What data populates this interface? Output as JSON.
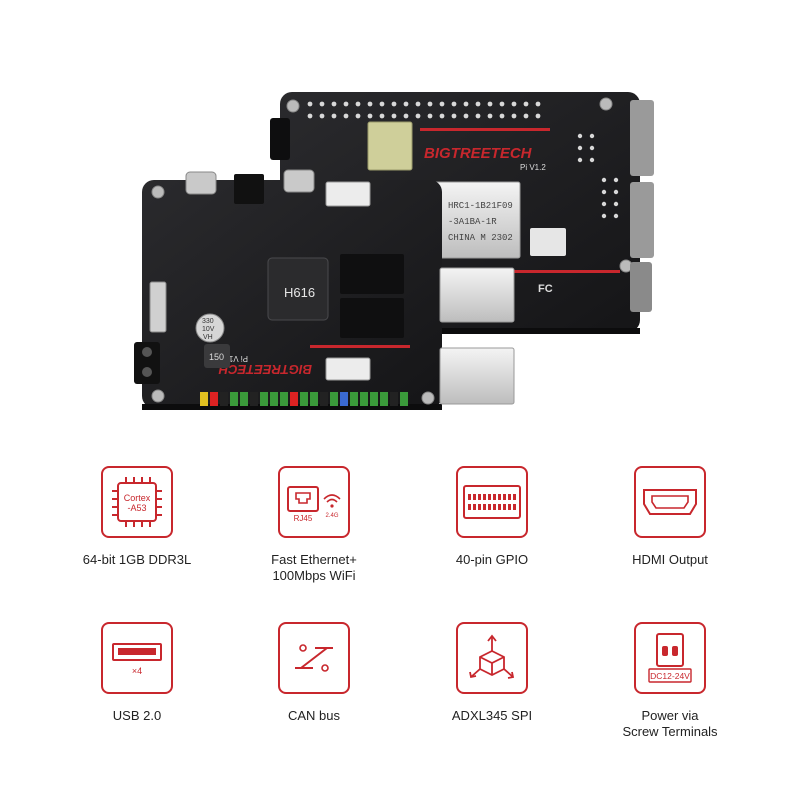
{
  "board": {
    "brand_top": "BIGTREETECH",
    "brand_model_top": "Pi V1.2",
    "brand_bottom": "BIGTREETECH",
    "brand_model_bottom": "Pi V1.2",
    "soc_label": "H616",
    "magnetics_label_1": "HRC1-1B21F09",
    "magnetics_label_2": "-3A1BA-1R",
    "magnetics_label_3": "CHINA M 2302",
    "cap_label_1": "330",
    "cap_label_2": "10V",
    "cap_label_3": "VH",
    "inductor_label": "150",
    "fc_mark": "FC"
  },
  "icon_texts": {
    "cortex_line_1": "Cortex",
    "cortex_line_2": "-A53",
    "rj45": "RJ45",
    "wifi_band": "2.4G",
    "usb_count": "×4",
    "dc_range": "DC12-24V"
  },
  "features": [
    {
      "icon": "cpu-chip-icon",
      "label_lines": [
        "64-bit 1GB DDR3L"
      ]
    },
    {
      "icon": "ethernet-wifi-icon",
      "label_lines": [
        "Fast Ethernet+",
        "100Mbps WiFi"
      ]
    },
    {
      "icon": "gpio-header-icon",
      "label_lines": [
        "40-pin GPIO"
      ]
    },
    {
      "icon": "hdmi-port-icon",
      "label_lines": [
        "HDMI Output"
      ]
    },
    {
      "icon": "usb-port-icon",
      "label_lines": [
        "USB 2.0"
      ]
    },
    {
      "icon": "can-bus-icon",
      "label_lines": [
        "CAN bus"
      ]
    },
    {
      "icon": "accelerometer-cube-icon",
      "label_lines": [
        "ADXL345 SPI"
      ]
    },
    {
      "icon": "screw-terminal-icon",
      "label_lines": [
        "Power via",
        "Screw Terminals"
      ]
    }
  ],
  "colors": {
    "accent": "#c8272d",
    "pcb": "#1f1f21",
    "text": "#222222"
  }
}
